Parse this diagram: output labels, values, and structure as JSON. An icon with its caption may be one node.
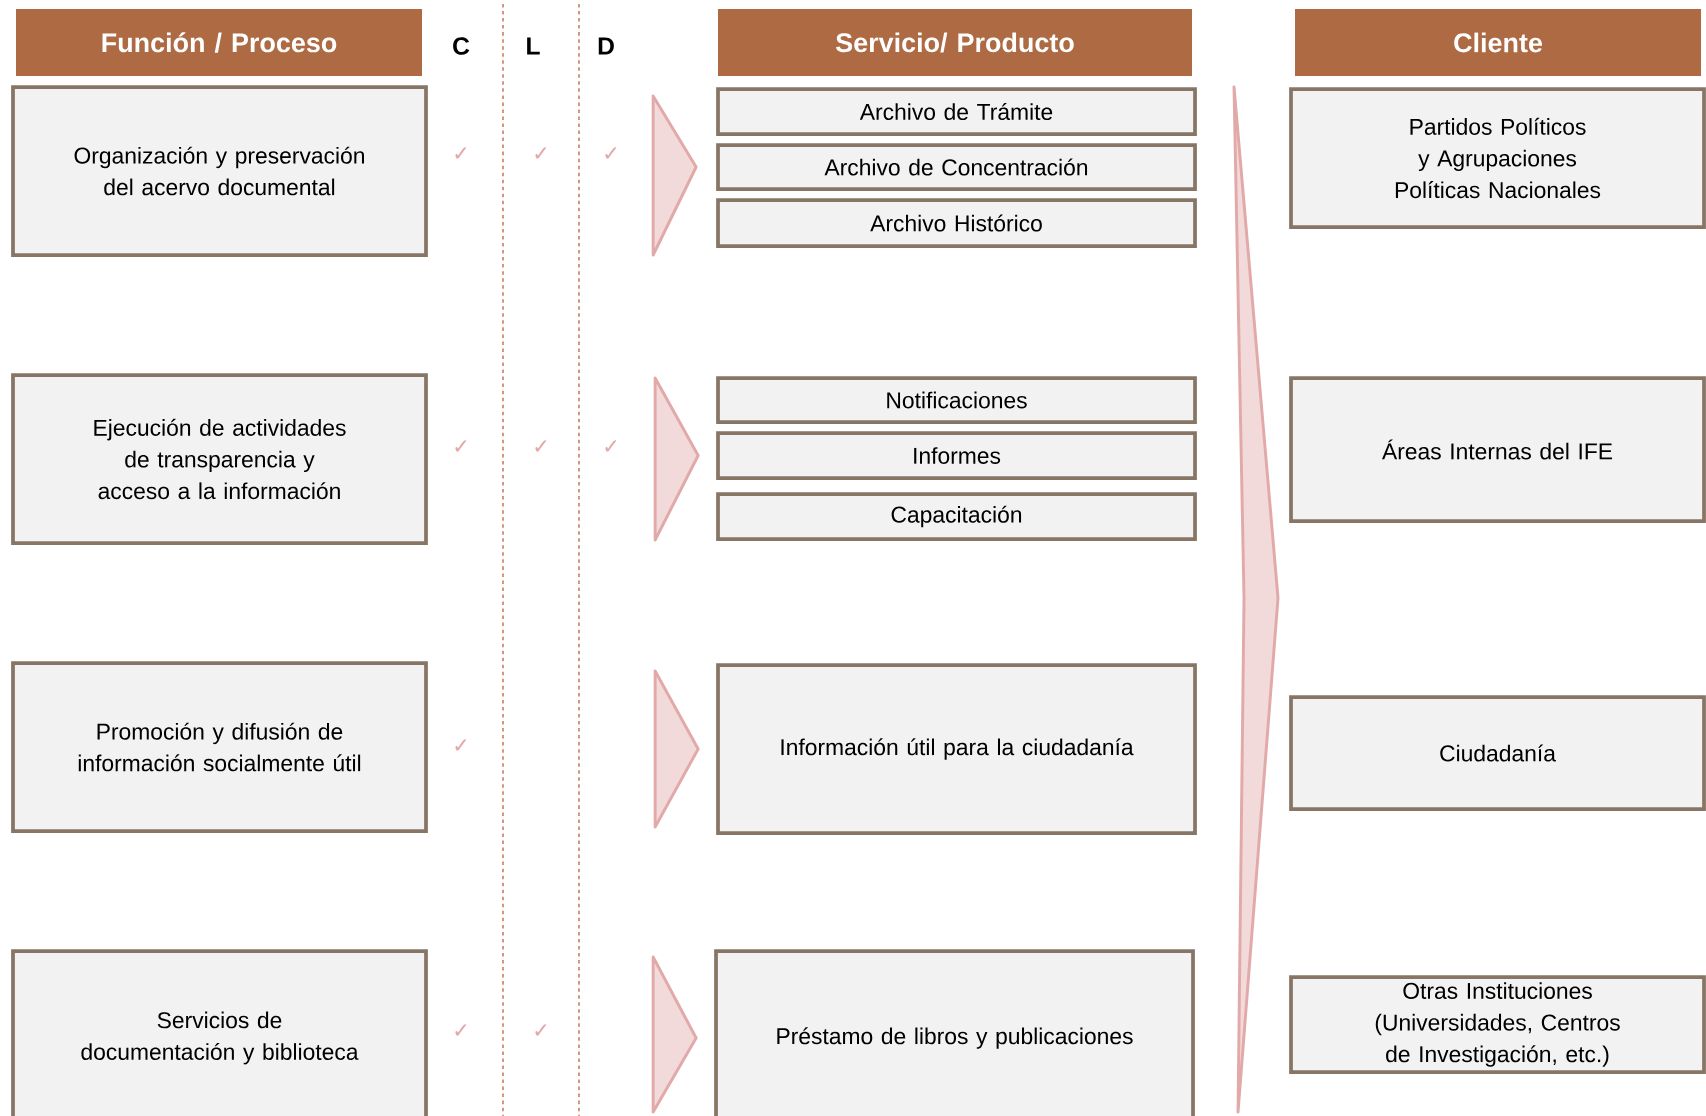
{
  "diagram": {
    "nodes": [
      {
        "text": [
          "Función / Proceso"
        ]
      },
      {
        "text": [
          "Servicio/ Producto"
        ]
      },
      {
        "text": [
          "Cliente"
        ]
      },
      {
        "text": [
          "Organización y preservación del acervo documental"
        ]
      },
      {
        "text": [
          "Ejecución de actividades de transparencia y acceso a la información"
        ]
      },
      {
        "text": [
          "Promoción y difusión de información socialmente útil"
        ]
      },
      {
        "text": [
          "Servicios de documentación y biblioteca"
        ]
      },
      {
        "text": [
          "Archivo de Trámite"
        ]
      },
      {
        "text": [
          "Archivo de Concentración"
        ]
      },
      {
        "text": [
          "Archivo Histórico"
        ]
      },
      {
        "text": [
          "Notificaciones"
        ]
      },
      {
        "text": [
          "Informes"
        ]
      },
      {
        "text": [
          "Capacitación"
        ]
      },
      {
        "text": [
          "Información útil para la ciudadanía"
        ]
      },
      {
        "text": [
          "Préstamo de libros y publicaciones"
        ]
      },
      {
        "text": [
          "Partidos Políticos y Agrupaciones Políticas Nacionales"
        ]
      },
      {
        "text": [
          "Áreas Internas del IFE"
        ]
      },
      {
        "text": [
          "Ciudadanía"
        ]
      },
      {
        "text": [
          "Otras Instituciones (Universidades, Centros de Investigación, etc.)"
        ]
      }
    ],
    "edges": [
      {
        "from": null,
        "to": 8,
        "arrow": "to"
      },
      {
        "from": null,
        "to": 11,
        "arrow": "to"
      },
      {
        "from": null,
        "to": 13,
        "arrow": "to"
      },
      {
        "from": null,
        "to": 14,
        "arrow": "to"
      }
    ],
    "labels": [
      "C",
      "L",
      "D",
      "✓",
      "✓",
      "✓",
      "✓",
      "✓",
      "✓",
      "✓",
      "✓",
      "✓"
    ]
  }
}
